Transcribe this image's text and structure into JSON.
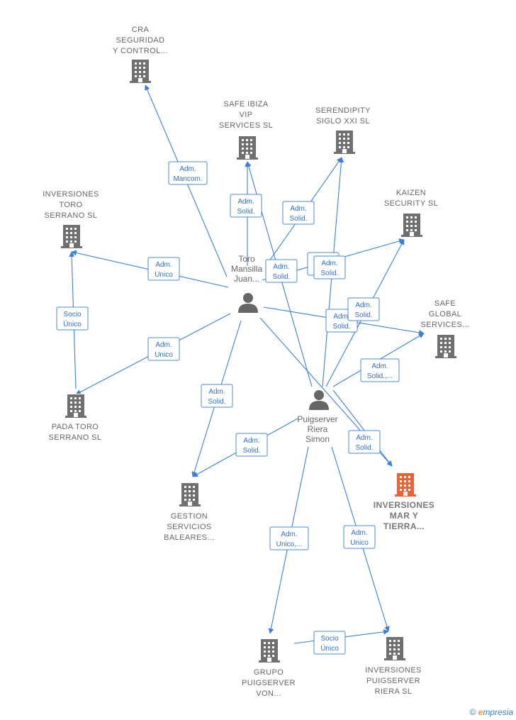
{
  "colors": {
    "edge": "#3a80d8",
    "company": "#707070",
    "focus_company": "#f06030",
    "person": "#666666"
  },
  "companies": [
    {
      "id": "cra",
      "lines": [
        "CRA",
        "SEGURIDAD",
        "Y CONTROL..."
      ],
      "focus": false
    },
    {
      "id": "safe_ibiza",
      "lines": [
        "SAFE IBIZA",
        "VIP",
        "SERVICES  SL"
      ],
      "focus": false
    },
    {
      "id": "serendipity",
      "lines": [
        "SERENDIPITY",
        "SIGLO XXI  SL"
      ],
      "focus": false
    },
    {
      "id": "toro_serrano",
      "lines": [
        "INVERSIONES",
        "TORO",
        "SERRANO  SL"
      ],
      "focus": false
    },
    {
      "id": "kaizen",
      "lines": [
        "KAIZEN",
        "SECURITY  SL"
      ],
      "focus": false
    },
    {
      "id": "safe_global",
      "lines": [
        "SAFE",
        "GLOBAL",
        "SERVICES..."
      ],
      "focus": false
    },
    {
      "id": "pada",
      "lines": [
        "PADA TORO",
        "SERRANO  SL"
      ],
      "focus": false
    },
    {
      "id": "gestion",
      "lines": [
        "GESTION",
        "SERVICIOS",
        "BALEARES..."
      ],
      "focus": false
    },
    {
      "id": "mar_tierra",
      "lines": [
        "INVERSIONES",
        "MAR Y",
        "TIERRA..."
      ],
      "focus": true
    },
    {
      "id": "grupo",
      "lines": [
        "GRUPO",
        "PUIGSERVER",
        "VON..."
      ],
      "focus": false
    },
    {
      "id": "puig_riera",
      "lines": [
        "INVERSIONES",
        "PUIGSERVER",
        "RIERA  SL"
      ],
      "focus": false
    }
  ],
  "persons": [
    {
      "id": "toro",
      "lines": [
        "Toro",
        "Mansilla",
        "Juan..."
      ]
    },
    {
      "id": "puig",
      "lines": [
        "Puigserver",
        "Riera",
        "Simon"
      ]
    }
  ],
  "edges": [
    {
      "from": "toro",
      "to": "cra",
      "label": [
        "Adm.",
        "Mancom."
      ]
    },
    {
      "from": "toro",
      "to": "safe_ibiza",
      "label": [
        "Adm.",
        "Solid."
      ]
    },
    {
      "from": "toro",
      "to": "serendipity",
      "label": [
        "Adm.",
        "Solid."
      ]
    },
    {
      "from": "toro",
      "to": "toro_serrano",
      "label": [
        "Adm.",
        "Unico"
      ]
    },
    {
      "from": "toro",
      "to": "kaizen",
      "label": [
        "Adm.",
        "Solid."
      ]
    },
    {
      "from": "toro",
      "to": "safe_global",
      "label": [
        "Adm.",
        "Solid."
      ]
    },
    {
      "from": "toro",
      "to": "pada",
      "label": [
        "Adm.",
        "Unico"
      ]
    },
    {
      "from": "toro",
      "to": "gestion",
      "label": [
        "Adm.",
        "Solid."
      ]
    },
    {
      "from": "toro",
      "to": "mar_tierra",
      "label": [
        "Adm.",
        "Solid."
      ]
    },
    {
      "from": "puig",
      "to": "safe_ibiza",
      "label": [
        "Adm.",
        "Solid."
      ]
    },
    {
      "from": "puig",
      "to": "serendipity",
      "label": [
        "Adm.",
        "Solid."
      ]
    },
    {
      "from": "puig",
      "to": "kaizen",
      "label": [
        "Adm.",
        "Solid."
      ]
    },
    {
      "from": "puig",
      "to": "safe_global",
      "label": [
        "Adm.",
        "Solid.,..."
      ]
    },
    {
      "from": "puig",
      "to": "mar_tierra",
      "label": [
        "Adm.",
        "Solid."
      ]
    },
    {
      "from": "puig",
      "to": "gestion",
      "label": [
        "Adm.",
        "Solid."
      ]
    },
    {
      "from": "puig",
      "to": "grupo",
      "label": [
        "Adm.",
        "Unico,..."
      ]
    },
    {
      "from": "puig",
      "to": "puig_riera",
      "label": [
        "Adm.",
        "Unico"
      ]
    },
    {
      "from": "pada",
      "to": "toro_serrano",
      "label": [
        "Socio",
        "Único"
      ]
    },
    {
      "from": "grupo",
      "to": "puig_riera",
      "label": [
        "Socio",
        "Único"
      ]
    }
  ],
  "watermark": {
    "symbol": "©",
    "e": "e",
    "brand": "mpresia"
  }
}
